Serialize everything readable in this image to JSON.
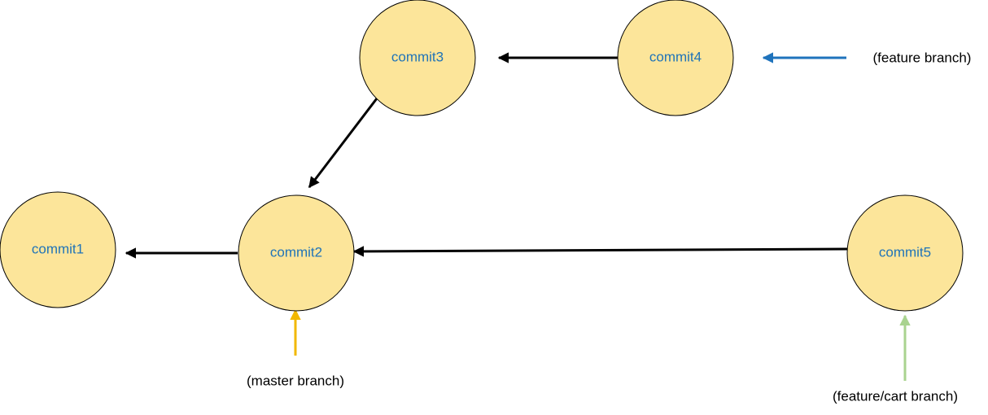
{
  "colors": {
    "node_fill": "#FCE59A",
    "node_stroke": "#000000",
    "node_text": "#1F73B8",
    "edge": "#000000",
    "feature_pointer": "#1F73BC",
    "master_pointer": "#F2B800",
    "cart_pointer": "#A9D38F"
  },
  "commits": [
    {
      "id": "c1",
      "label": "commit1"
    },
    {
      "id": "c2",
      "label": "commit2"
    },
    {
      "id": "c3",
      "label": "commit3"
    },
    {
      "id": "c4",
      "label": "commit4"
    },
    {
      "id": "c5",
      "label": "commit5"
    }
  ],
  "parent_links": [
    {
      "from": "c2",
      "to": "c1"
    },
    {
      "from": "c3",
      "to": "c2"
    },
    {
      "from": "c4",
      "to": "c3"
    },
    {
      "from": "c5",
      "to": "c2"
    }
  ],
  "branches": [
    {
      "label": "(feature branch)",
      "points_to": "c4"
    },
    {
      "label": "(master branch)",
      "points_to": "c2"
    },
    {
      "label": "(feature/cart branch)",
      "points_to": "c5"
    }
  ]
}
